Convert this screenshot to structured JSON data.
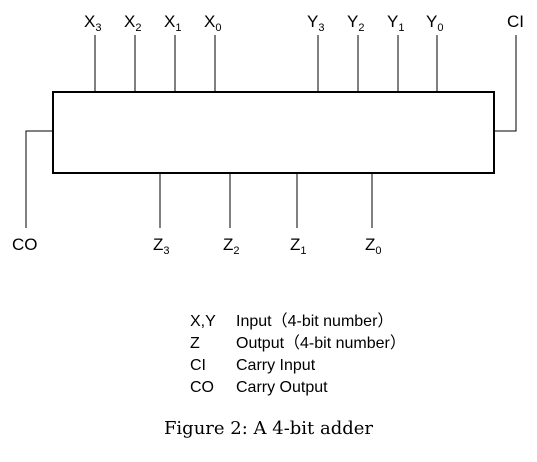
{
  "inputs_x": [
    {
      "base": "X",
      "sub": "3"
    },
    {
      "base": "X",
      "sub": "2"
    },
    {
      "base": "X",
      "sub": "1"
    },
    {
      "base": "X",
      "sub": "0"
    }
  ],
  "inputs_y": [
    {
      "base": "Y",
      "sub": "3"
    },
    {
      "base": "Y",
      "sub": "2"
    },
    {
      "base": "Y",
      "sub": "1"
    },
    {
      "base": "Y",
      "sub": "0"
    }
  ],
  "carry_in": "CI",
  "carry_out": "CO",
  "outputs_z": [
    {
      "base": "Z",
      "sub": "3"
    },
    {
      "base": "Z",
      "sub": "2"
    },
    {
      "base": "Z",
      "sub": "1"
    },
    {
      "base": "Z",
      "sub": "0"
    }
  ],
  "legend": [
    {
      "symbol": "X,Y",
      "meaning": "Input（4-bit number）"
    },
    {
      "symbol": "Z",
      "meaning": "Output（4-bit number）"
    },
    {
      "symbol": "CI",
      "meaning": "Carry Input"
    },
    {
      "symbol": "CO",
      "meaning": "Carry Output"
    }
  ],
  "caption": "Figure 2: A 4-bit adder"
}
